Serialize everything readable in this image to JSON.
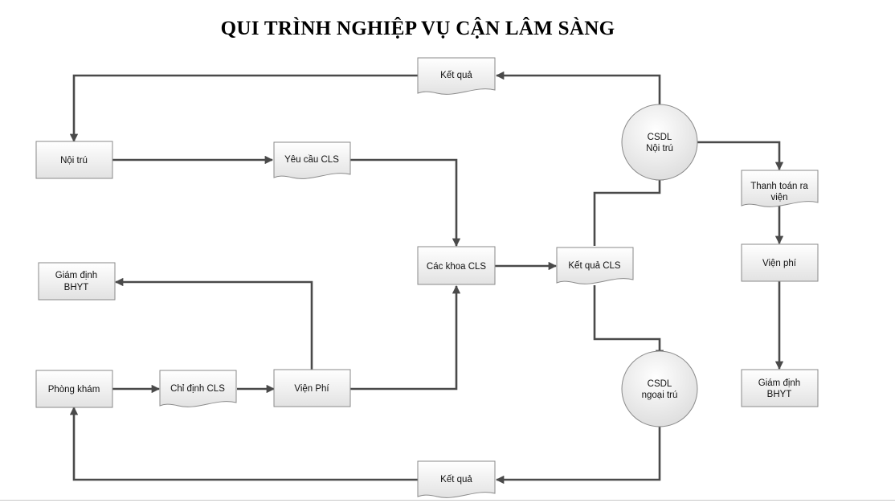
{
  "title": "QUI TRÌNH NGHIỆP VỤ CẬN LÂM SÀNG",
  "nodes": {
    "noi_tru": {
      "label": "Nội trú"
    },
    "yeu_cau_cls": {
      "label": "Yêu cầu CLS"
    },
    "ket_qua_top": {
      "label": "Kết quả"
    },
    "csdl_noi_tru": {
      "line1": "CSDL",
      "line2": "Nội trú"
    },
    "thanh_toan_ra_vien": {
      "line1": "Thanh toán ra",
      "line2": "viện"
    },
    "vien_phi_right": {
      "label": "Viện phí"
    },
    "giam_dinh_bhyt_right": {
      "line1": "Giám định",
      "line2": "BHYT"
    },
    "giam_dinh_bhyt_left": {
      "line1": "Giám định",
      "line2": "BHYT"
    },
    "cac_khoa_cls": {
      "label": "Các khoa CLS"
    },
    "ket_qua_cls": {
      "label": "Kết quả CLS"
    },
    "phong_kham": {
      "label": "Phòng khám"
    },
    "chi_dinh_cls": {
      "label": "Chỉ định CLS"
    },
    "vien_phi_mid": {
      "label": "Viện Phí"
    },
    "csdl_ngoai_tru": {
      "line1": "CSDL",
      "line2": "ngoại trú"
    },
    "ket_qua_bottom": {
      "label": "Kết quả"
    }
  },
  "colors": {
    "shape_fill_top": "#ffffff",
    "shape_fill_bottom": "#e2e2e2",
    "shape_stroke": "#8a8a8a",
    "connector": "#4a4a4a"
  }
}
